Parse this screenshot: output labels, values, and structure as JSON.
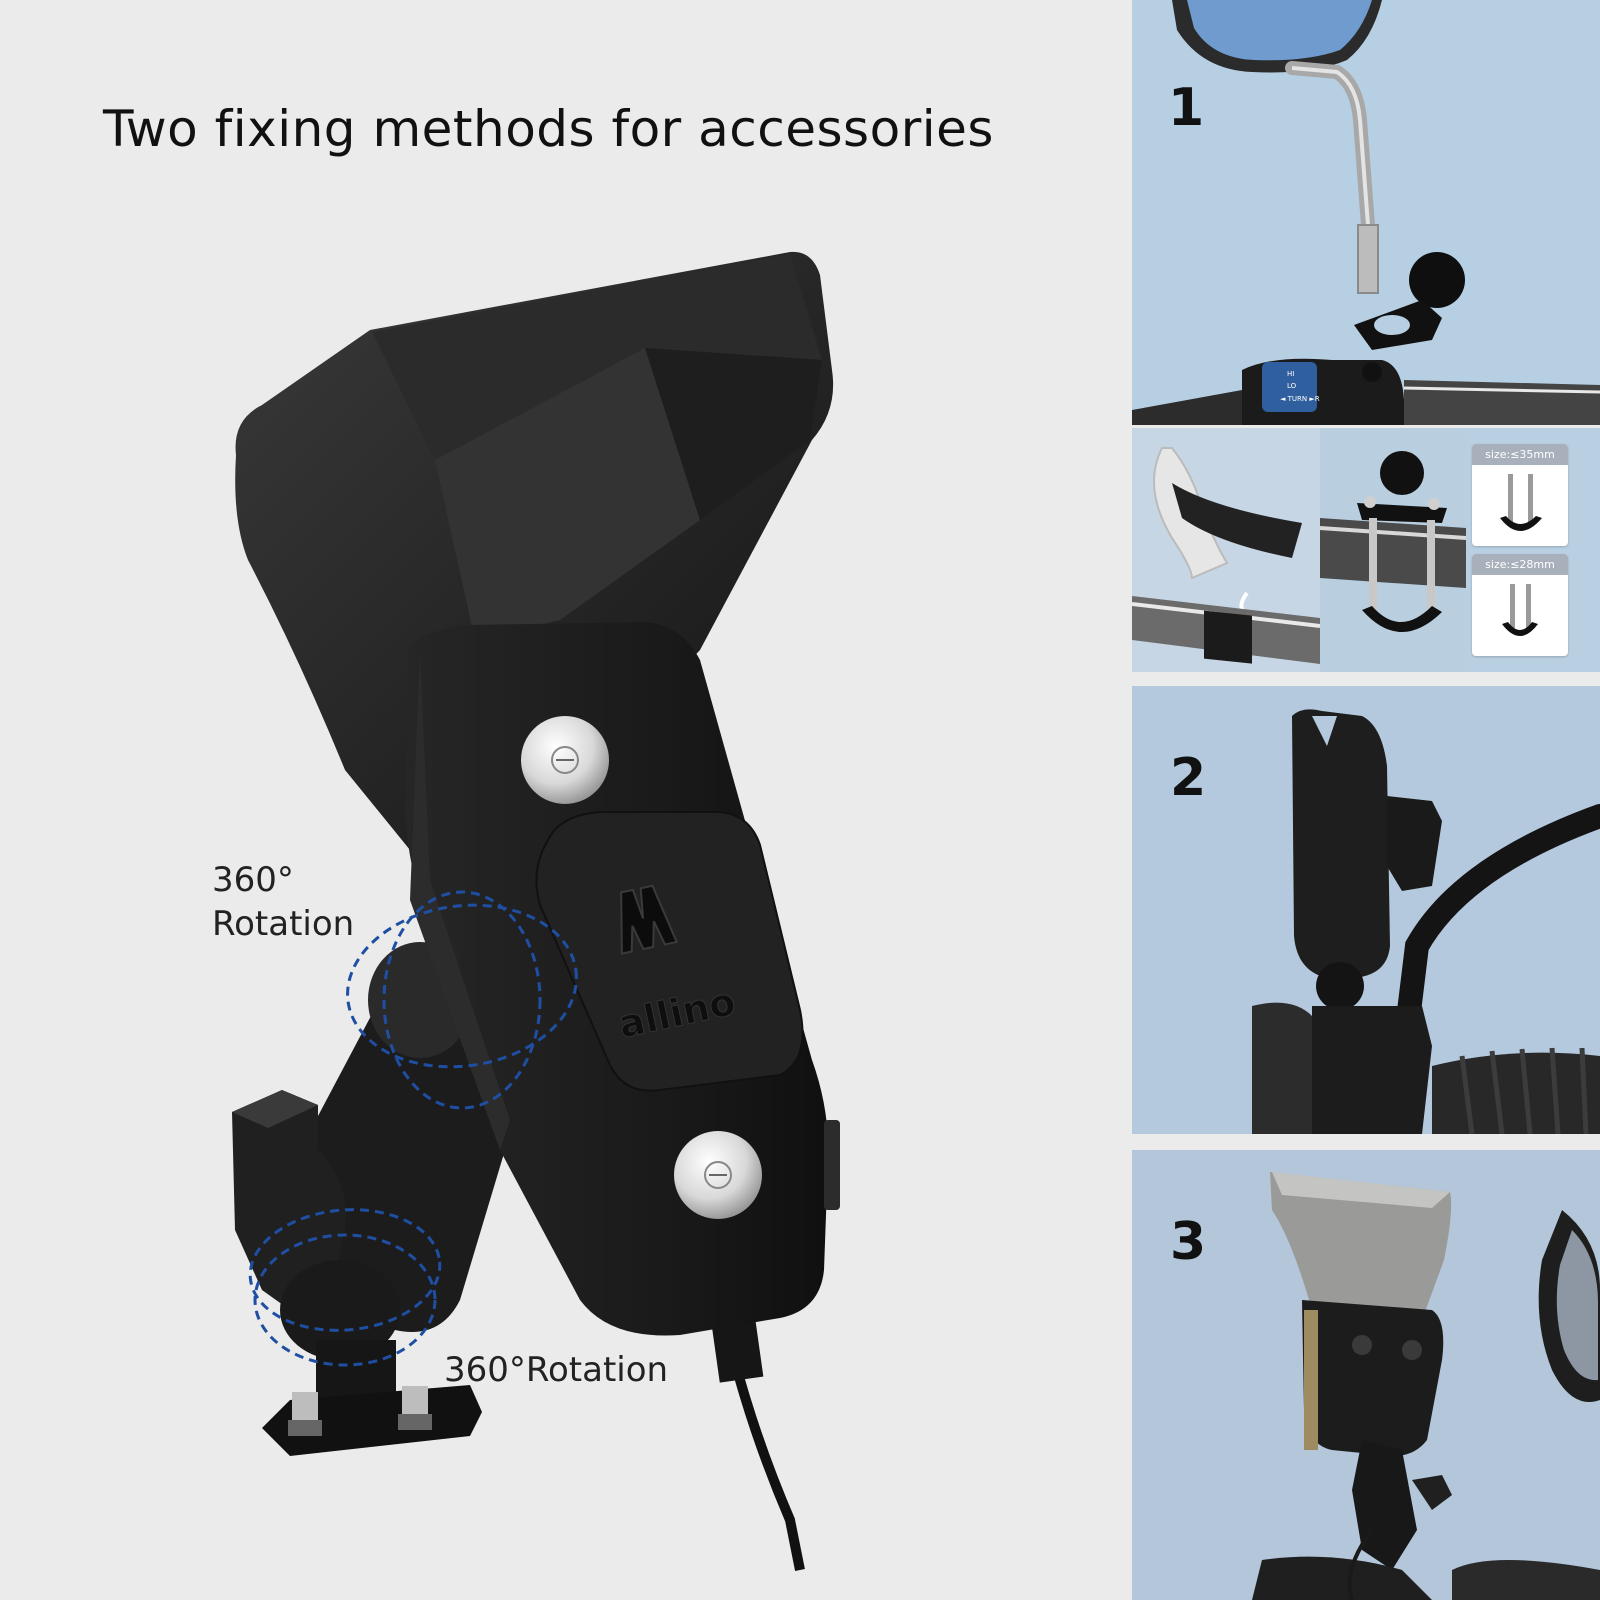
{
  "title": "Two fixing methods for accessories",
  "product": {
    "brand_logo_icon": "allino-logo-icon",
    "brand": "allino"
  },
  "rotation_labels": {
    "upper_line1": "360°",
    "upper_line2": "Rotation",
    "lower": "360°Rotation"
  },
  "steps": [
    {
      "number": "1"
    },
    {
      "number": "2"
    },
    {
      "number": "3"
    }
  ],
  "switch_labels": {
    "turn": "◄ TURN ►R",
    "hi": "HI",
    "lo": "LO"
  },
  "size_cards": [
    {
      "label": "size:≤35mm"
    },
    {
      "label": "size:≤28mm"
    }
  ],
  "colors": {
    "background": "#ebebeb",
    "panel_sky": "#b7cfe3",
    "rotation_dash": "#1f4fa3",
    "product_black": "#1c1c1c"
  }
}
